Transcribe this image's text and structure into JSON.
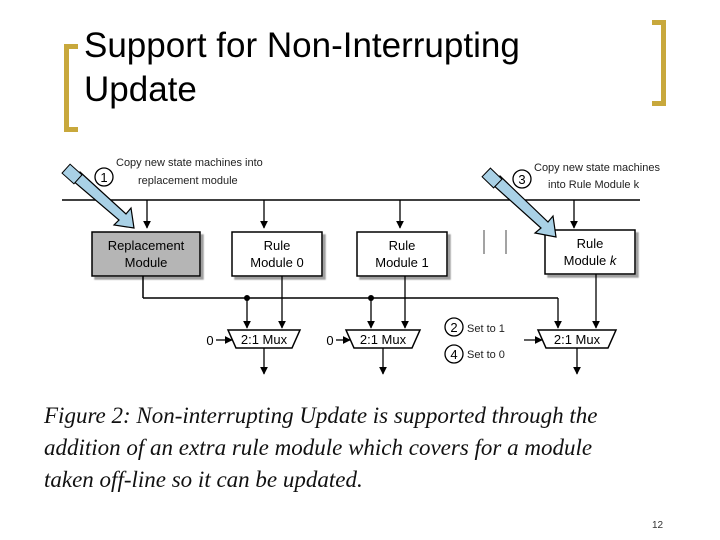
{
  "slide": {
    "title_line1": "Support for Non-Interrupting",
    "title_line2": "Update",
    "page_number": "12"
  },
  "diagram": {
    "modules": {
      "replacement_line1": "Replacement",
      "replacement_line2": "Module",
      "rule0_line1": "Rule",
      "rule0_line2": "Module 0",
      "rule1_line1": "Rule",
      "rule1_line2": "Module 1",
      "rulek_line1": "Rule",
      "rulek_line2": "Module ",
      "rulek_k": "k"
    },
    "mux_label": "2:1 Mux",
    "zero_label": "0",
    "steps": [
      {
        "number": "1",
        "line1": "Copy new state machines into",
        "line2": "replacement module"
      },
      {
        "number": "2",
        "text": "Set to 1"
      },
      {
        "number": "3",
        "line1": "Copy new state machines",
        "line2": "into Rule Module k"
      },
      {
        "number": "4",
        "text": "Set to 0"
      }
    ],
    "colors": {
      "replacement_fill": "#b5b5b5",
      "arrow_fill": "#a9d1e6",
      "bracket": "#c8a83c"
    }
  },
  "caption": {
    "line1": "Figure 2: Non-interrupting Update is supported through the",
    "line2": "addition of an extra rule module which covers for a module",
    "line3": "taken off-line so it can be updated."
  }
}
